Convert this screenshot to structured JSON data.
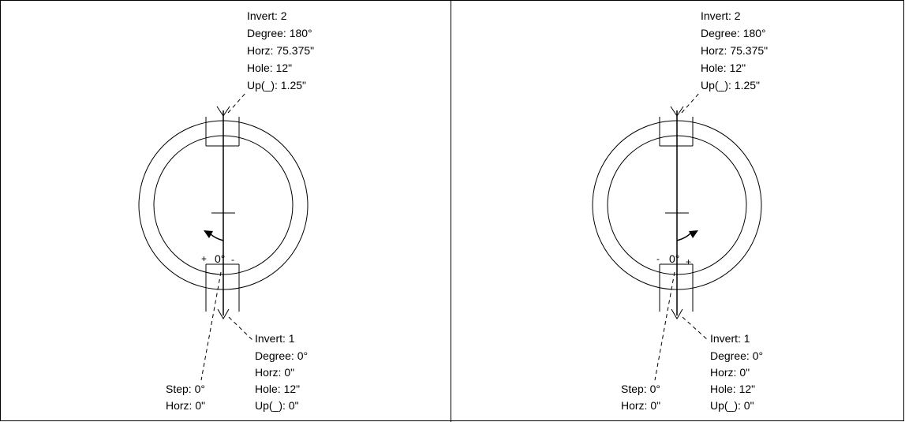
{
  "panels": [
    {
      "top_label": [
        "Invert: 2",
        "Degree: 180°",
        "Horz: 75.375\"",
        "Hole: 12\"",
        "Up(_): 1.25\""
      ],
      "bottom_label": [
        "Invert: 1",
        "Degree: 0°",
        "Horz: 0\"",
        "Hole: 12\"",
        "Up(_): 0\""
      ],
      "step_label": [
        "Step: 0°",
        "Horz: 0\""
      ],
      "zero_marker": {
        "left_sign": "+",
        "value": "0°",
        "right_sign": "-"
      },
      "rotation_direction": "counterclockwise"
    },
    {
      "top_label": [
        "Invert: 2",
        "Degree: 180°",
        "Horz: 75.375\"",
        "Hole: 12\"",
        "Up(_): 1.25\""
      ],
      "bottom_label": [
        "Invert: 1",
        "Degree: 0°",
        "Horz: 0\"",
        "Hole: 12\"",
        "Up(_): 0\""
      ],
      "step_label": [
        "Step: 0°",
        "Horz: 0\""
      ],
      "zero_marker": {
        "left_sign": "-",
        "value": "0°",
        "right_sign": "+"
      },
      "rotation_direction": "clockwise"
    }
  ]
}
